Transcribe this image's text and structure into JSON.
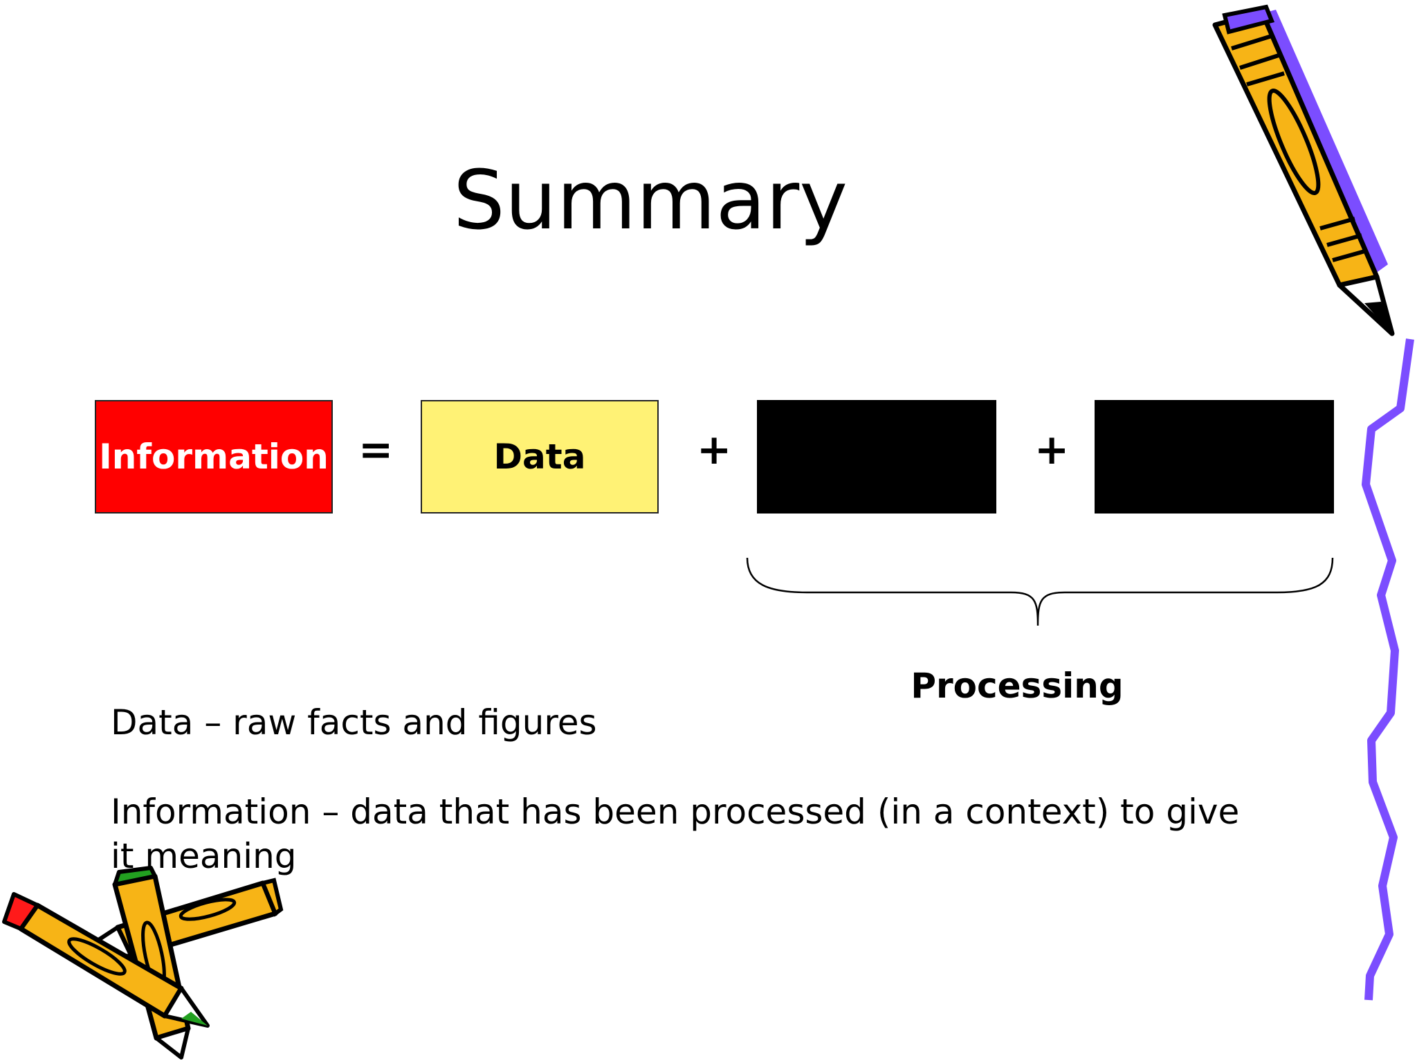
{
  "slide": {
    "title": "Summary",
    "equation": {
      "left_box": "Information",
      "equals": "=",
      "data_box": "Data",
      "plus_1": "+",
      "plus_2": "+",
      "brace_label": "Processing"
    },
    "definitions": [
      "Data – raw facts and figures",
      "Information – data that has been processed (in a context) to give it meaning"
    ]
  },
  "colors": {
    "information_box": "#ff0000",
    "data_box": "#fff275",
    "hidden_boxes": "#000000",
    "squiggle": "#7b4dff",
    "pencil_body": "#f7b416"
  },
  "clipart": [
    "large-pencil-top-right",
    "squiggly-line-right",
    "crossed-pencils-bottom-left"
  ]
}
